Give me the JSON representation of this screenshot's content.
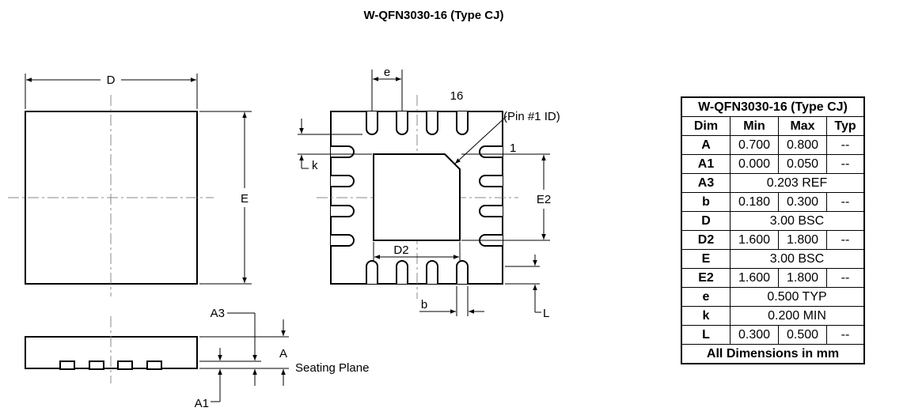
{
  "title": "W-QFN3030-16 (Type CJ)",
  "labels": {
    "D": "D",
    "E": "E",
    "e": "e",
    "pin16": "16",
    "pin1": "1",
    "pin1_id": "(Pin #1 ID)",
    "k": "k",
    "E2": "E2",
    "D2": "D2",
    "b": "b",
    "L": "L",
    "A3": "A3",
    "A": "A",
    "A1": "A1",
    "seating_plane": "Seating Plane"
  },
  "table": {
    "title": "W-QFN3030-16 (Type CJ)",
    "headers": [
      "Dim",
      "Min",
      "Max",
      "Typ"
    ],
    "rows": [
      {
        "dim": "A",
        "min": "0.700",
        "max": "0.800",
        "typ": "--"
      },
      {
        "dim": "A1",
        "min": "0.000",
        "max": "0.050",
        "typ": "--"
      },
      {
        "dim": "A3",
        "merged": "0.203 REF"
      },
      {
        "dim": "b",
        "min": "0.180",
        "max": "0.300",
        "typ": "--"
      },
      {
        "dim": "D",
        "merged": "3.00 BSC"
      },
      {
        "dim": "D2",
        "min": "1.600",
        "max": "1.800",
        "typ": "--"
      },
      {
        "dim": "E",
        "merged": "3.00 BSC"
      },
      {
        "dim": "E2",
        "min": "1.600",
        "max": "1.800",
        "typ": "--"
      },
      {
        "dim": "e",
        "merged": "0.500 TYP"
      },
      {
        "dim": "k",
        "merged": "0.200 MIN"
      },
      {
        "dim": "L",
        "min": "0.300",
        "max": "0.500",
        "typ": "--"
      }
    ],
    "footer": "All Dimensions in mm"
  }
}
